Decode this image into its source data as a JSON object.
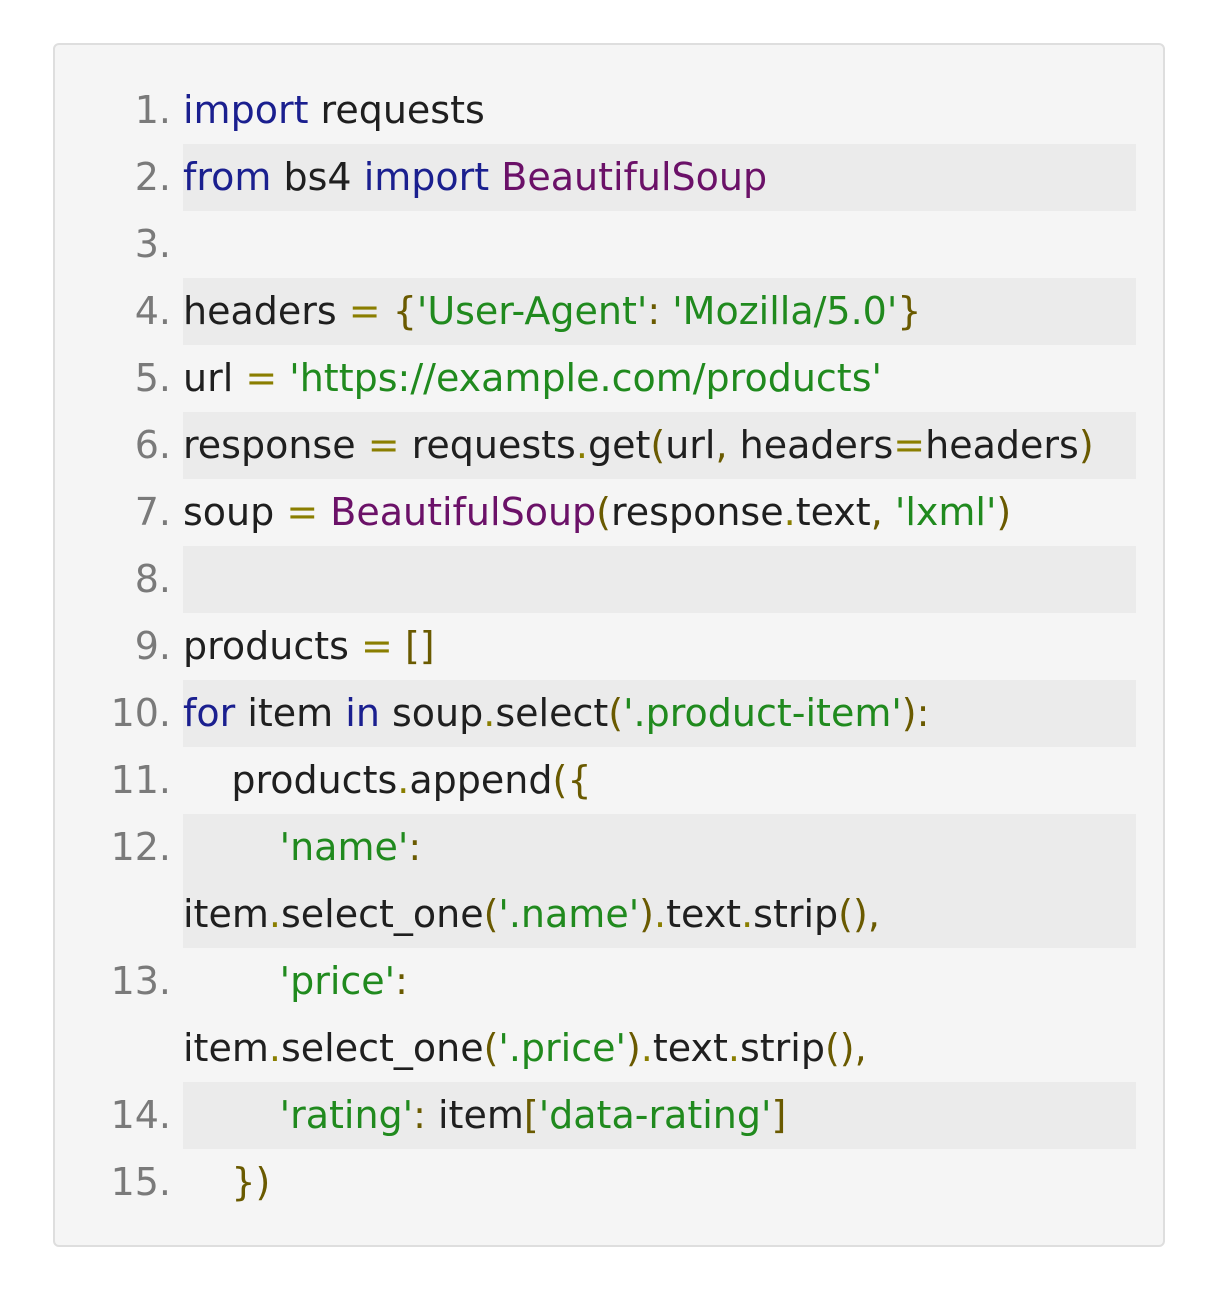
{
  "code_lines": [
    {
      "number": "1.",
      "tokens": [
        [
          "kw",
          "import"
        ],
        [
          "p",
          " requests"
        ]
      ]
    },
    {
      "number": "2.",
      "tokens": [
        [
          "kw",
          "from"
        ],
        [
          "p",
          " bs4 "
        ],
        [
          "kw",
          "import"
        ],
        [
          "p",
          " "
        ],
        [
          "cls",
          "BeautifulSoup"
        ]
      ]
    },
    {
      "number": "3.",
      "tokens": []
    },
    {
      "number": "4.",
      "tokens": [
        [
          "p",
          "headers "
        ],
        [
          "op",
          "="
        ],
        [
          "p",
          " "
        ],
        [
          "pn",
          "{"
        ],
        [
          "str",
          "'User-Agent'"
        ],
        [
          "pn",
          ":"
        ],
        [
          "p",
          " "
        ],
        [
          "str",
          "'Mozilla/5.0'"
        ],
        [
          "pn",
          "}"
        ]
      ]
    },
    {
      "number": "5.",
      "tokens": [
        [
          "p",
          "url "
        ],
        [
          "op",
          "="
        ],
        [
          "p",
          " "
        ],
        [
          "str",
          "'https://example.com/products'"
        ]
      ]
    },
    {
      "number": "6.",
      "tokens": [
        [
          "p",
          "response "
        ],
        [
          "op",
          "="
        ],
        [
          "p",
          " requests"
        ],
        [
          "op",
          "."
        ],
        [
          "p",
          "get"
        ],
        [
          "pn",
          "("
        ],
        [
          "p",
          "url"
        ],
        [
          "pn",
          ","
        ],
        [
          "p",
          " headers"
        ],
        [
          "op",
          "="
        ],
        [
          "p",
          "headers"
        ],
        [
          "pn",
          ")"
        ]
      ]
    },
    {
      "number": "7.",
      "tokens": [
        [
          "p",
          "soup "
        ],
        [
          "op",
          "="
        ],
        [
          "p",
          " "
        ],
        [
          "cls",
          "BeautifulSoup"
        ],
        [
          "pn",
          "("
        ],
        [
          "p",
          "response"
        ],
        [
          "op",
          "."
        ],
        [
          "p",
          "text"
        ],
        [
          "pn",
          ","
        ],
        [
          "p",
          " "
        ],
        [
          "str",
          "'lxml'"
        ],
        [
          "pn",
          ")"
        ]
      ]
    },
    {
      "number": "8.",
      "tokens": []
    },
    {
      "number": "9.",
      "tokens": [
        [
          "p",
          "products "
        ],
        [
          "op",
          "="
        ],
        [
          "p",
          " "
        ],
        [
          "pn",
          "[]"
        ]
      ]
    },
    {
      "number": "10.",
      "tokens": [
        [
          "kw",
          "for"
        ],
        [
          "p",
          " item "
        ],
        [
          "kw",
          "in"
        ],
        [
          "p",
          " soup"
        ],
        [
          "op",
          "."
        ],
        [
          "p",
          "select"
        ],
        [
          "pn",
          "("
        ],
        [
          "str",
          "'.product-item'"
        ],
        [
          "pn",
          "):"
        ]
      ]
    },
    {
      "number": "11.",
      "tokens": [
        [
          "p",
          "    products"
        ],
        [
          "op",
          "."
        ],
        [
          "p",
          "append"
        ],
        [
          "pn",
          "({"
        ]
      ]
    },
    {
      "number": "12.",
      "tokens": [
        [
          "p",
          "        "
        ],
        [
          "str",
          "'name'"
        ],
        [
          "pn",
          ":"
        ],
        [
          "br",
          ""
        ],
        [
          "p",
          "item"
        ],
        [
          "op",
          "."
        ],
        [
          "p",
          "select_one"
        ],
        [
          "pn",
          "("
        ],
        [
          "str",
          "'.name'"
        ],
        [
          "pn",
          ")"
        ],
        [
          "op",
          "."
        ],
        [
          "p",
          "text"
        ],
        [
          "op",
          "."
        ],
        [
          "p",
          "strip"
        ],
        [
          "pn",
          "()"
        ],
        [
          "pn",
          ","
        ]
      ]
    },
    {
      "number": "13.",
      "tokens": [
        [
          "p",
          "        "
        ],
        [
          "str",
          "'price'"
        ],
        [
          "pn",
          ":"
        ],
        [
          "br",
          ""
        ],
        [
          "p",
          "item"
        ],
        [
          "op",
          "."
        ],
        [
          "p",
          "select_one"
        ],
        [
          "pn",
          "("
        ],
        [
          "str",
          "'.price'"
        ],
        [
          "pn",
          ")"
        ],
        [
          "op",
          "."
        ],
        [
          "p",
          "text"
        ],
        [
          "op",
          "."
        ],
        [
          "p",
          "strip"
        ],
        [
          "pn",
          "()"
        ],
        [
          "pn",
          ","
        ]
      ]
    },
    {
      "number": "14.",
      "tokens": [
        [
          "p",
          "        "
        ],
        [
          "str",
          "'rating'"
        ],
        [
          "pn",
          ":"
        ],
        [
          "p",
          " item"
        ],
        [
          "pn",
          "["
        ],
        [
          "str",
          "'data-rating'"
        ],
        [
          "pn",
          "]"
        ]
      ]
    },
    {
      "number": "15.",
      "tokens": [
        [
          "p",
          "    "
        ],
        [
          "pn",
          "})"
        ]
      ]
    }
  ]
}
